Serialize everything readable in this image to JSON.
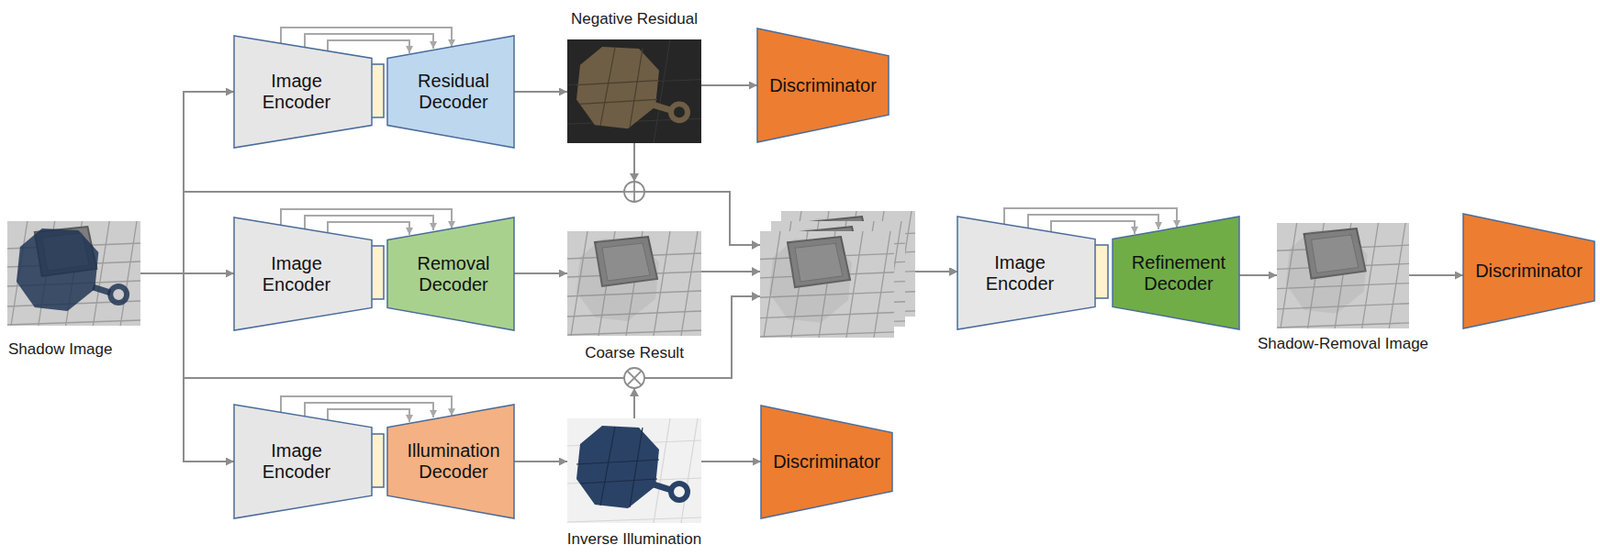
{
  "diagram": {
    "nodes": [
      {
        "text": [
          "Shadow Image"
        ]
      },
      {
        "text": [
          "Image Encoder"
        ]
      },
      {
        "text": [
          "Residual Decoder"
        ]
      },
      {
        "text": [
          "Negative Residual"
        ]
      },
      {
        "text": [
          "Discriminator"
        ]
      },
      {
        "text": [
          "Image Encoder"
        ]
      },
      {
        "text": [
          "Removal Decoder"
        ]
      },
      {
        "text": [
          "Coarse Result"
        ]
      },
      {
        "text": [
          "Image Encoder"
        ]
      },
      {
        "text": [
          "Illumination Decoder"
        ]
      },
      {
        "text": [
          "Inverse Illumination"
        ]
      },
      {
        "text": [
          "Discriminator"
        ]
      },
      {
        "text": [
          "Image Encoder"
        ]
      },
      {
        "text": [
          "Refinement Decoder"
        ]
      },
      {
        "text": [
          "Shadow-Removal Image"
        ]
      },
      {
        "text": [
          "Discriminator"
        ]
      }
    ],
    "edges": [
      {
        "from": 0,
        "to": 1,
        "arrow": "to"
      },
      {
        "from": 0,
        "to": 5,
        "arrow": "to"
      },
      {
        "from": 0,
        "to": 8,
        "arrow": "to"
      },
      {
        "from": 1,
        "to": 2,
        "arrow": "to"
      },
      {
        "from": 5,
        "to": 6,
        "arrow": "to"
      },
      {
        "from": 8,
        "to": 9,
        "arrow": "to"
      },
      {
        "from": 12,
        "to": 13,
        "arrow": "to"
      },
      {
        "from": 2,
        "to": 3,
        "arrow": "to"
      },
      {
        "from": 3,
        "to": 4,
        "arrow": "to"
      },
      {
        "from": 6,
        "to": 7,
        "arrow": "to"
      },
      {
        "from": 9,
        "to": 10,
        "arrow": "to"
      },
      {
        "from": 10,
        "to": 11,
        "arrow": "to"
      },
      {
        "from": 3,
        "to": 12,
        "arrow": "to"
      },
      {
        "from": 0,
        "to": 12,
        "arrow": "to"
      },
      {
        "from": 7,
        "to": 12,
        "arrow": "to"
      },
      {
        "from": 10,
        "to": 12,
        "arrow": "to"
      },
      {
        "from": 13,
        "to": 14,
        "arrow": "to"
      },
      {
        "from": 14,
        "to": 15,
        "arrow": "to"
      }
    ]
  }
}
